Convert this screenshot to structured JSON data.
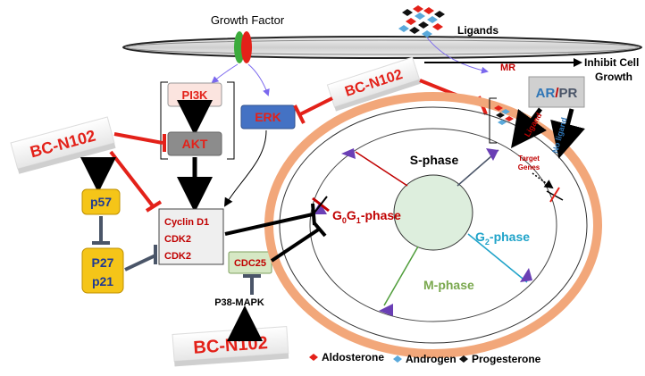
{
  "labels": {
    "growth_factor": "Growth Factor",
    "ligands": "Ligands",
    "mr": "MR",
    "inhibit_cell_growth": "Inhibit Cell Growth",
    "inhibit_line1": "Inhibit Cell",
    "inhibit_line2": "Growth",
    "pi3k": "PI3K",
    "akt": "AKT",
    "erk": "ERK",
    "p57": "p57",
    "p27": "P27",
    "p21": "p21",
    "cyclin_d1": "Cyclin D1",
    "cdk2_a": "CDK2",
    "cdk2_b": "CDK2",
    "cdc25": "CDC25",
    "p38_mapk": "P38-MAPK",
    "ar": "AR",
    "slash": "/",
    "pr": "PR",
    "ligand": "Ligand",
    "no_ligand": "No ligand",
    "target_genes_1": "Target",
    "target_genes_2": "Genes",
    "s_phase": "S-phase",
    "g2_main": "G",
    "g2_sub": "2",
    "g2_rest": "-phase",
    "m_phase": "M-phase",
    "g0_main": "G",
    "g0_sub": "0",
    "g1_main": "G",
    "g1_sub": "1",
    "g0g1_rest": "-phase"
  },
  "drug": {
    "name": "BC-N102"
  },
  "legend": {
    "items": [
      {
        "label": "Aldosterone",
        "color": "#e32119"
      },
      {
        "label": "Androgen",
        "color": "#5aa9db"
      },
      {
        "label": "Progesterone",
        "color": "#111111"
      }
    ]
  },
  "colors": {
    "red": "#e32119",
    "dark_red": "#c00000",
    "blue_box": "#4472c4",
    "pink_box": "#fbe4df",
    "gray_box": "#8c8c8c",
    "yellow_box": "#f5c518",
    "green_box": "#d6e8c4",
    "cyclin_box": "#efefef",
    "cell_orange": "#f2a77a",
    "nucleus": "#ddeedd",
    "arrow_purple": "#6a3fb5",
    "cyan": "#1fa3c9",
    "green": "#4f9d3a"
  }
}
